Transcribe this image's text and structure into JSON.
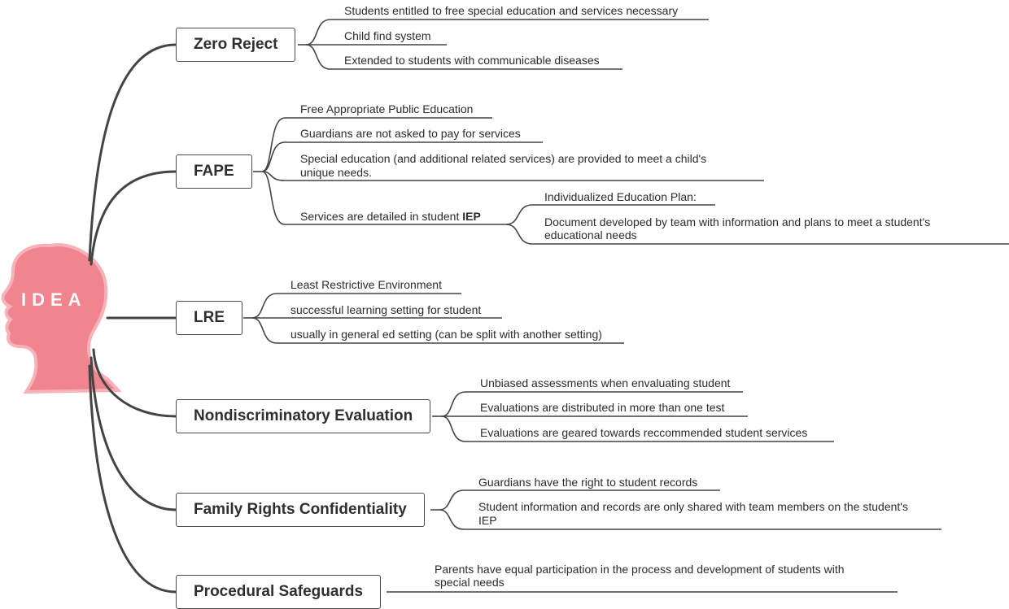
{
  "center": {
    "label": "IDEA",
    "color": "#f0848f",
    "outline": "#f5aab2"
  },
  "branches": [
    {
      "label": "Zero Reject",
      "leaves": [
        "Students entitled to free special education and services necessary",
        "Child find system",
        "Extended to students with communicable diseases"
      ]
    },
    {
      "label": "FAPE",
      "leaves": [
        "Free Appropriate Public Education",
        "Guardians are not asked to pay for services",
        "Special education (and additional related services) are provided to meet a child's",
        "unique needs.",
        "Services are detailed in student ",
        "IEP"
      ],
      "subleaves": [
        "Individualized Education Plan:",
        "Document developed by team with information and plans to meet a student's",
        "educational needs"
      ]
    },
    {
      "label": "LRE",
      "leaves": [
        "Least Restrictive Environment",
        "successful learning setting for student",
        "usually in general ed setting (can be split with another setting)"
      ]
    },
    {
      "label": "Nondiscriminatory Evaluation",
      "leaves": [
        "Unbiased assessments when envaluating student",
        "Evaluations are distributed in more than one test",
        "Evaluations are geared towards reccommended student services"
      ]
    },
    {
      "label": "Family Rights Confidentiality",
      "leaves": [
        "Guardians have the right to student records",
        "Student information and records are only shared with team members on the student's",
        "IEP"
      ]
    },
    {
      "label": "Procedural Safeguards",
      "leaves": [
        "Parents have equal participation in the process and development of students with",
        "special needs"
      ]
    }
  ],
  "colors": {
    "line": "#444444",
    "text": "#2b2b2b"
  }
}
